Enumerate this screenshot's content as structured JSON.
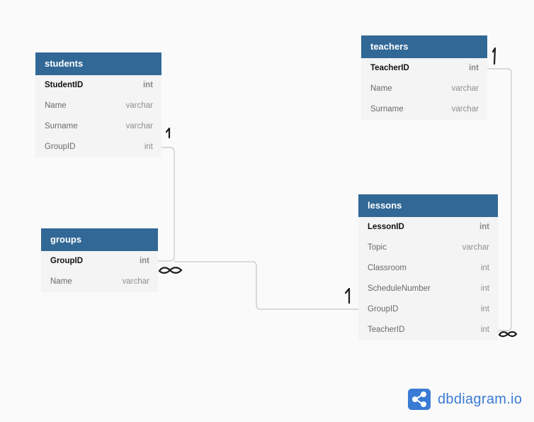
{
  "diagram": {
    "tables": [
      {
        "key": "students",
        "name": "students",
        "fields": [
          {
            "name": "StudentID",
            "type": "int",
            "pk": true
          },
          {
            "name": "Name",
            "type": "varchar"
          },
          {
            "name": "Surname",
            "type": "varchar"
          },
          {
            "name": "GroupID",
            "type": "int"
          }
        ]
      },
      {
        "key": "teachers",
        "name": "teachers",
        "fields": [
          {
            "name": "TeacherID",
            "type": "int",
            "pk": true
          },
          {
            "name": "Name",
            "type": "varchar"
          },
          {
            "name": "Surname",
            "type": "varchar"
          }
        ]
      },
      {
        "key": "groups",
        "name": "groups",
        "fields": [
          {
            "name": "GroupID",
            "type": "int",
            "pk": true
          },
          {
            "name": "Name",
            "type": "varchar"
          }
        ]
      },
      {
        "key": "lessons",
        "name": "lessons",
        "fields": [
          {
            "name": "LessonID",
            "type": "int",
            "pk": true
          },
          {
            "name": "Topic",
            "type": "varchar"
          },
          {
            "name": "Classroom",
            "type": "int"
          },
          {
            "name": "ScheduleNumber",
            "type": "int"
          },
          {
            "name": "GroupID",
            "type": "int"
          },
          {
            "name": "TeacherID",
            "type": "int"
          }
        ]
      }
    ],
    "relationships": [
      {
        "from": "students.GroupID",
        "from_cardinality": "1",
        "to": "groups.GroupID",
        "to_cardinality": "many"
      },
      {
        "from": "groups.GroupID",
        "from_cardinality": "many",
        "to": "lessons.GroupID",
        "to_cardinality": "1"
      },
      {
        "from": "teachers.TeacherID",
        "from_cardinality": "1",
        "to": "lessons.TeacherID",
        "to_cardinality": "many"
      }
    ]
  },
  "brand": {
    "text": "dbdiagram.io",
    "color": "#3a7bd5"
  },
  "colors": {
    "header": "#316896",
    "background": "#fafafa",
    "row_bg": "#f4f4f4",
    "edge": "#c8c8c8"
  }
}
